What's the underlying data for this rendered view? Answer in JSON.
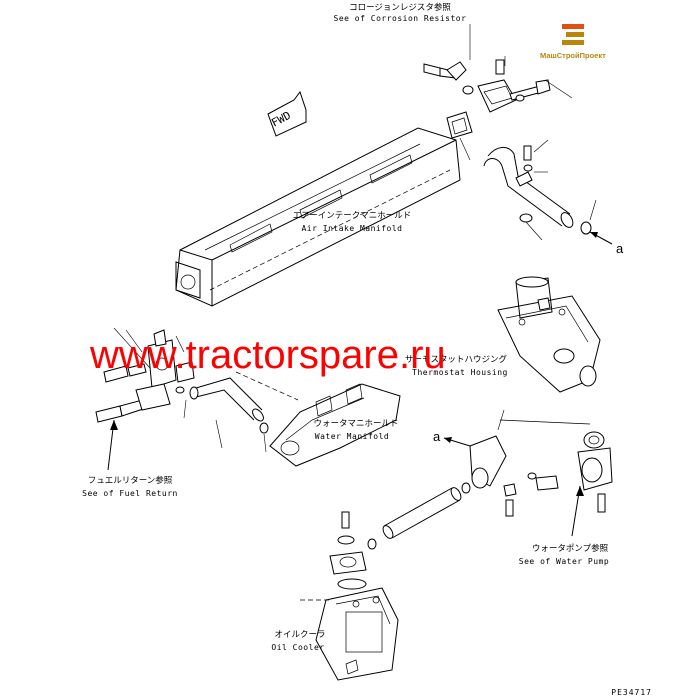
{
  "logo": {
    "text": "МашСтройПроект",
    "color_primary": "#b8860b",
    "color_accent": "#e05010"
  },
  "watermark": {
    "text": "www.tractorspare.ru",
    "color": "#ff0000"
  },
  "forward_marker": {
    "text": "FWD"
  },
  "labels": {
    "corrosion_resistor": {
      "jp": "コロージョンレジスタ参照",
      "en": "See of Corrosion Resistor"
    },
    "air_intake_manifold": {
      "jp": "エアーインテークマニホールド",
      "en": "Air Intake Manifold"
    },
    "thermostat_housing": {
      "jp": "サーモスタットハウジング",
      "en": "Thermostat Housing"
    },
    "water_manifold": {
      "jp": "ウォータマニホールド",
      "en": "Water Manifold"
    },
    "fuel_return": {
      "jp": "フュエルリターン参照",
      "en": "See of Fuel Return"
    },
    "water_pump": {
      "jp": "ウォータポンプ参照",
      "en": "See of Water Pump"
    },
    "oil_cooler": {
      "jp": "オイルクーラ",
      "en": "Oil Cooler"
    }
  },
  "pointers": {
    "a_upper": "a",
    "a_lower": "a"
  },
  "drawing_ref": "PE34717"
}
